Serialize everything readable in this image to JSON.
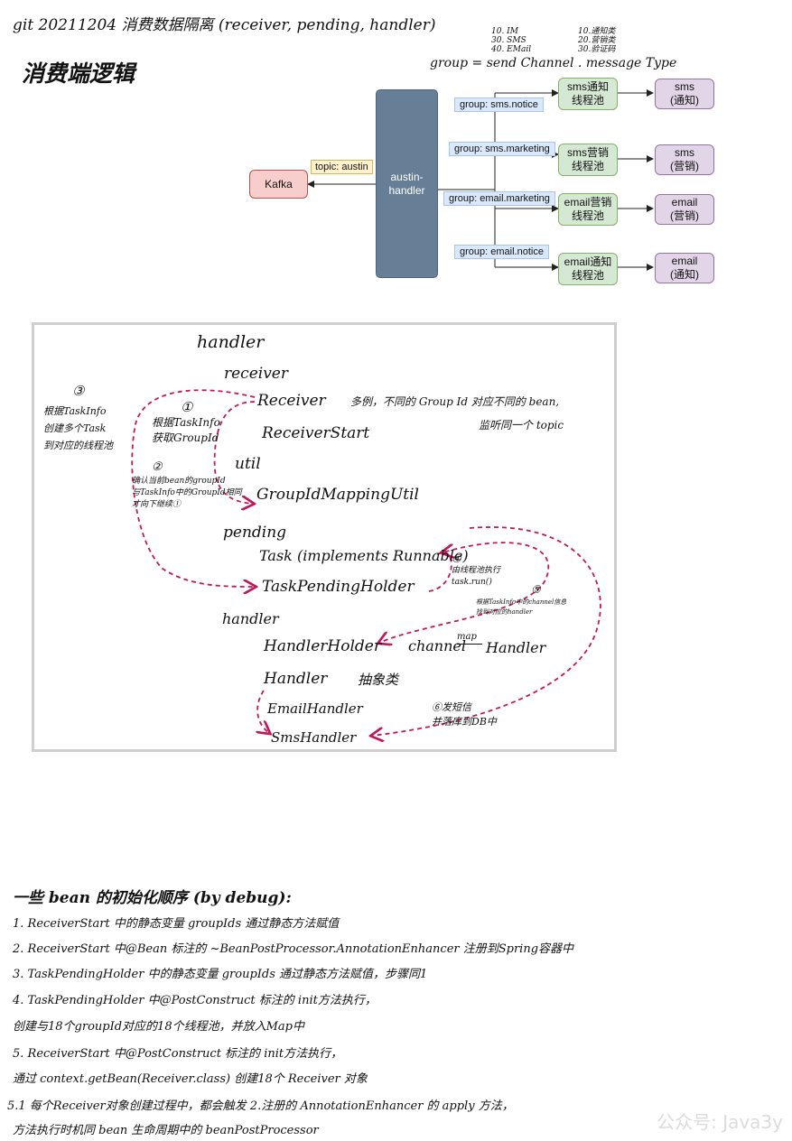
{
  "header": {
    "title": "git 20211204  消费数据隔离 (receiver, pending, handler)",
    "subtitle": "消费端逻辑"
  },
  "diagram": {
    "group_note": "group = send Channel . message Type",
    "channels": "10. IM\n30. SMS\n40. EMail",
    "msg_types": "10.通知类\n20.营销类\n30.验证码",
    "kafka": "Kafka",
    "topic": "topic: austin",
    "handler": "austin-\nhandler",
    "groups": [
      "group: sms.notice",
      "group: sms.marketing",
      "group: email.marketing",
      "group: email.notice"
    ],
    "pools": [
      "sms通知\n线程池",
      "sms营销\n线程池",
      "email营销\n线程池",
      "email通知\n线程池"
    ],
    "targets": [
      "sms\n(通知)",
      "sms\n(营销)",
      "email\n(营销)",
      "email\n(通知)"
    ]
  },
  "board": {
    "title": "handler",
    "receiver_pkg": "receiver",
    "receiver_cls": "Receiver",
    "receiver_note_1": "多例，不同的 Group Id 对应不同的 bean,",
    "receiver_note_2": "监听同一个 topic",
    "receiver_start": "ReceiverStart",
    "util_pkg": "util",
    "groupid_util": "GroupIdMappingUtil",
    "pending_pkg": "pending",
    "task": "Task (implements Runnable)",
    "task_pending_holder": "TaskPendingHolder",
    "handler_pkg": "handler",
    "handler_holder": "HandlerHolder",
    "channel_map": "channel",
    "map_word": "map",
    "handler_word": "Handler",
    "handler_cls": "Handler",
    "abstract_note": "抽象类",
    "email_handler": "EmailHandler",
    "sms_handler": "SmsHandler",
    "n1": "①",
    "n1_text": "根据TaskInfo\n获取GroupId",
    "n2": "②",
    "n2_text": "确认当前bean的groupId\n与TaskInfo中的GroupId相同\n才向下继续①",
    "n3": "③",
    "n3_text": "根据TaskInfo\n创建多个Task\n到对应的线程池",
    "n4": "④",
    "n4_text": "由线程池执行\ntask.run()",
    "n5": "⑤",
    "n5_text": "根据TaskInfo中的channel信息\n找到对应的handler",
    "n6_text": "⑥发短信\n并落库到DB中"
  },
  "notes": {
    "heading": "一些 bean 的初始化顺序 (by debug):",
    "steps": [
      "1.  ReceiverStart 中的静态变量 groupIds 通过静态方法赋值",
      "2.  ReceiverStart 中@Bean 标注的 ~BeanPostProcessor.AnnotationEnhancer 注册到Spring容器中",
      "3.  TaskPendingHolder 中的静态变量 groupIds 通过静态方法赋值，步骤同1",
      "4.  TaskPendingHolder 中@PostConstruct 标注的 init方法执行，",
      "     创建与18个groupId对应的18个线程池，并放入Map中",
      "5.  ReceiverStart 中@PostConstruct 标注的 init方法执行，",
      "     通过 context.getBean(Receiver.class) 创建18个 Receiver 对象",
      "5.1  每个Receiver对象创建过程中，都会触发 2.注册的 AnnotationEnhancer 的 apply 方法，",
      "     方法执行时机同 bean 生命周期中的 beanPostProcessor"
    ]
  },
  "watermark": "公众号: Java3y",
  "colors": {
    "handler": "#667f97",
    "pool_fill": "#d5e8d4",
    "target_fill": "#e1d5e7",
    "kafka_fill": "#f8cecc",
    "arrow_red": "#c2185b"
  }
}
